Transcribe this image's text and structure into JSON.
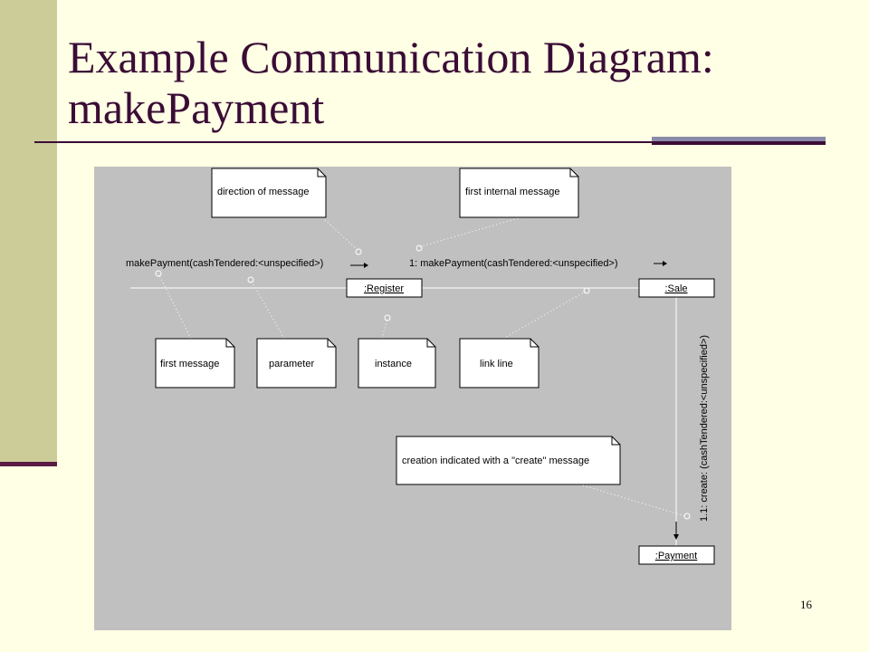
{
  "slide": {
    "title": "Example Communication Diagram: makePayment",
    "page_number": "16"
  },
  "diagram": {
    "objects": {
      "register": ":Register",
      "sale": ":Sale",
      "payment": ":Payment"
    },
    "messages": {
      "incoming": "makePayment(cashTendered:<unspecified>)",
      "internal": "1:  makePayment(cashTendered:<unspecified>)",
      "create": "1.1: create: (cashTendered:<unspecified>)"
    },
    "notes": {
      "direction": "direction of message",
      "first_internal": "first internal message",
      "first_message": "first message",
      "parameter": "parameter",
      "instance": "instance",
      "link_line": "link line",
      "creation": "creation indicated with a \"create\" message"
    }
  },
  "colors": {
    "background": "#FFFFE5",
    "left_band": "#CCCC99",
    "accent": "#5A1A45",
    "title": "#3A0C36",
    "diagram_bg": "#C0C0C0"
  }
}
